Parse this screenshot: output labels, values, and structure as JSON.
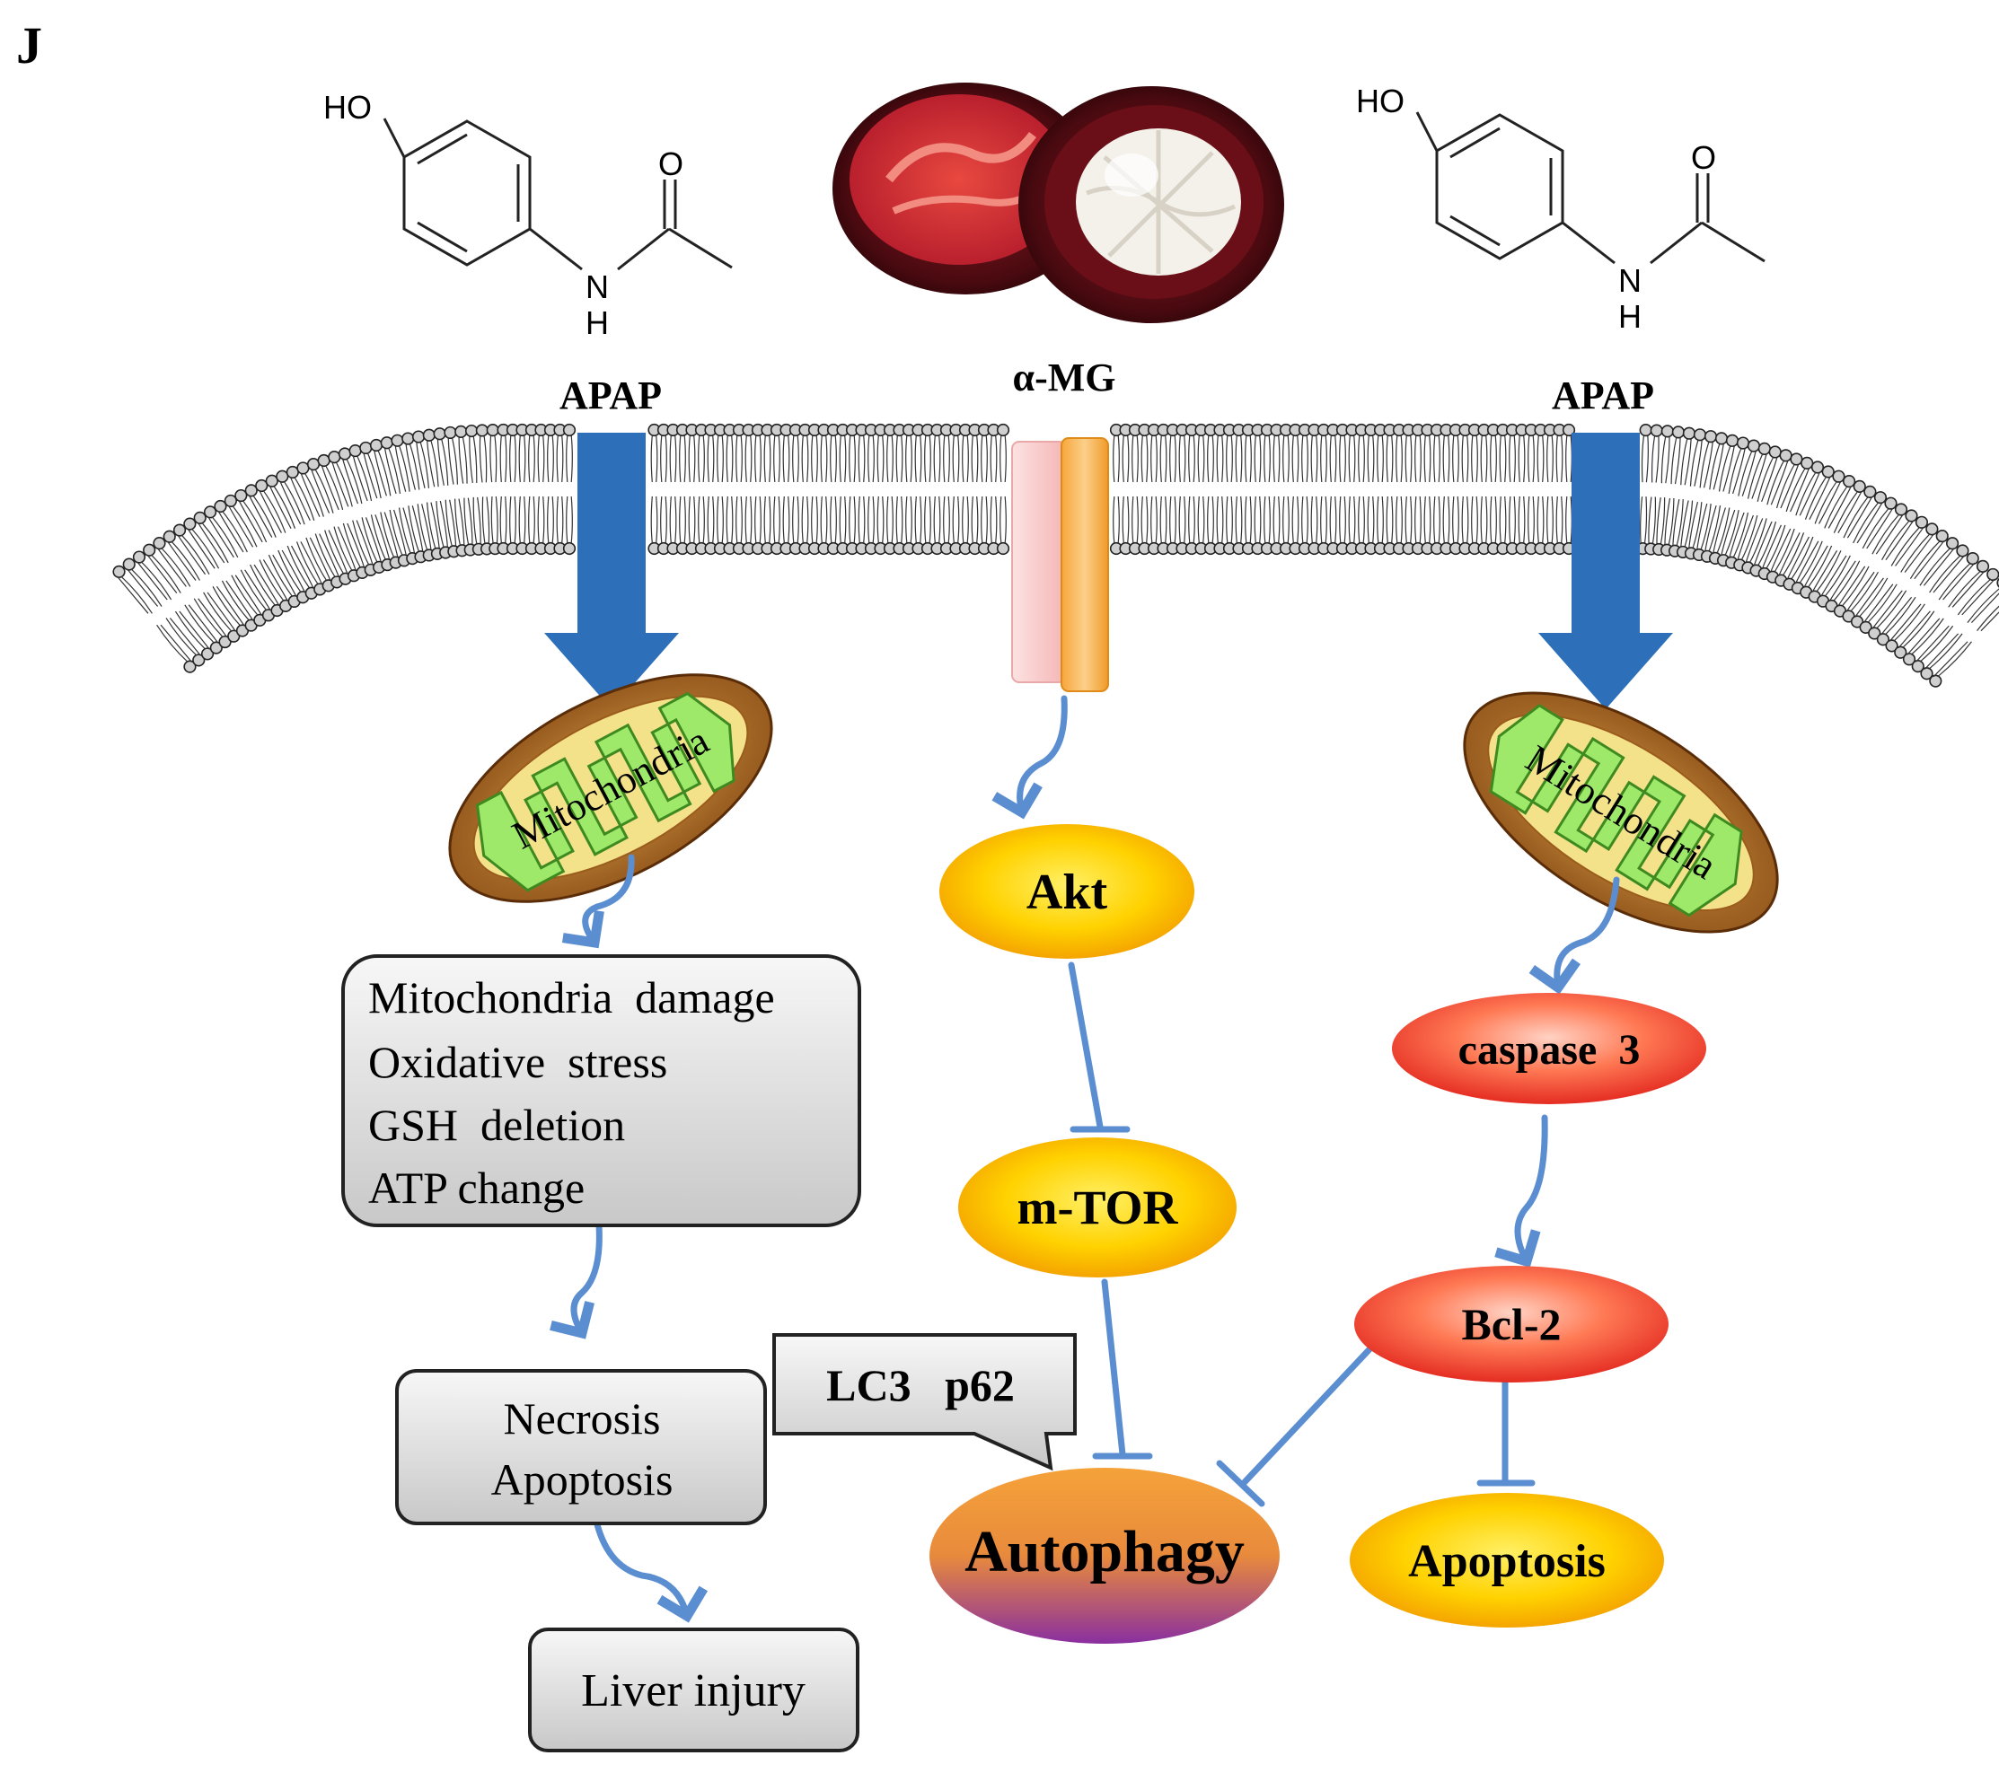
{
  "panel_label": "J",
  "molecule_left": {
    "ho": "HO",
    "o": "O",
    "n": "N",
    "h": "H",
    "name": "APAP"
  },
  "molecule_right": {
    "ho": "HO",
    "o": "O",
    "n": "N",
    "h": "H",
    "name": "APAP"
  },
  "center_compound": {
    "name": "α-MG"
  },
  "left_pathway": {
    "organelle": "Mitochondria",
    "effects": [
      "Mitochondria  damage",
      "Oxidative  stress",
      "GSH  deletion",
      "ATP change"
    ],
    "outcomes": [
      "Necrosis",
      "Apoptosis"
    ],
    "final": "Liver injury"
  },
  "center_pathway": {
    "node1": "Akt",
    "node2": "m-TOR",
    "markers": "LC3   p62",
    "result": "Autophagy"
  },
  "right_pathway": {
    "organelle": "Mitochondria",
    "node1": "caspase  3",
    "node2": "Bcl-2",
    "result": "Apoptosis"
  },
  "colors": {
    "membrane_head": "#cfcfcf",
    "big_arrow": "#2e6fba",
    "thin_arrow": "#5b8ed0",
    "yellow_node": "#ffd200",
    "red_node": "#e8362a",
    "purple": "#8a2fa0",
    "box_fill": "#dcdcdc",
    "mito_outer": "#9b5b1c",
    "mito_inner": "#9ee86a"
  }
}
